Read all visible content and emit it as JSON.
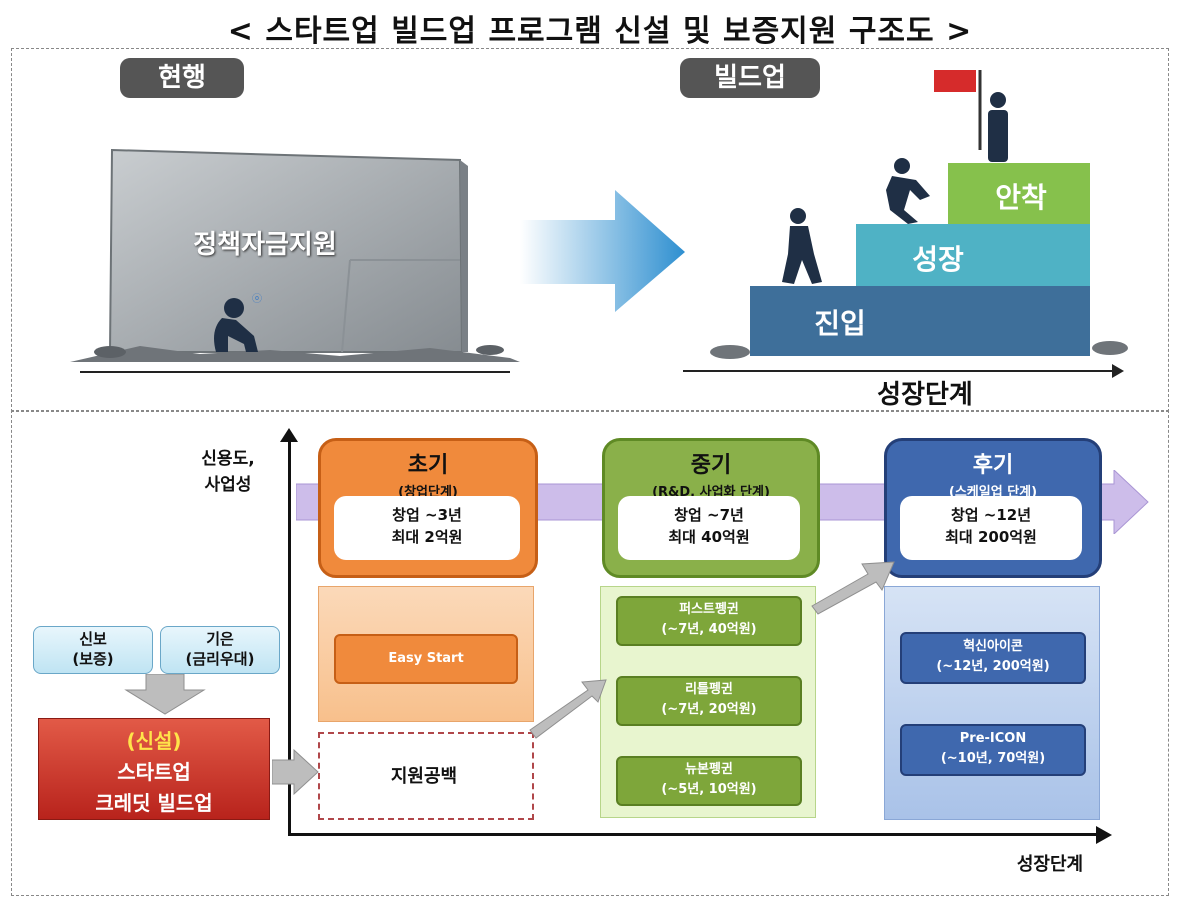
{
  "title": "< 스타트업 빌드업 프로그램 신설 및 보증지원 구조도 >",
  "top": {
    "current_label": "현행",
    "buildup_label": "빌드업",
    "wall_text": "정책자금지원",
    "steps": [
      "진입",
      "성장",
      "안착"
    ],
    "axis_label": "성장단계"
  },
  "bottom": {
    "y_axis_label_1": "신용도,",
    "y_axis_label_2": "사업성",
    "x_axis_label": "성장단계",
    "stages": [
      {
        "title": "초기",
        "sub": "(창업단계)",
        "line1": "창업 ~3년",
        "line2": "최대 2억원"
      },
      {
        "title": "중기",
        "sub": "(R&D, 사업화 단계)",
        "line1": "창업 ~7년",
        "line2": "최대 40억원"
      },
      {
        "title": "후기",
        "sub": "(스케일업 단계)",
        "line1": "창업 ~12년",
        "line2": "최대 200억원"
      }
    ],
    "early_program": "Easy Start",
    "gap_label": "지원공백",
    "mid_programs": [
      {
        "l1": "퍼스트펭귄",
        "l2": "(~7년, 40억원)"
      },
      {
        "l1": "리틀펭귄",
        "l2": "(~7년, 20억원)"
      },
      {
        "l1": "뉴본펭귄",
        "l2": "(~5년, 10억원)"
      }
    ],
    "late_programs": [
      {
        "l1": "혁신아이콘",
        "l2": "(~12년, 200억원)"
      },
      {
        "l1": "Pre-ICON",
        "l2": "(~10년, 70억원)"
      }
    ],
    "agencies": [
      {
        "l1": "신보",
        "l2": "(보증)"
      },
      {
        "l1": "기은",
        "l2": "(금리우대)"
      }
    ],
    "new_program": {
      "l1": "(신설)",
      "l2": "스타트업",
      "l3": "크레딧 빌드업"
    }
  },
  "colors": {
    "early": "#f08a3c",
    "mid": "#8ab04a",
    "late": "#3f68ae",
    "new": "#d7352a",
    "flow": "#c8b8e8"
  }
}
